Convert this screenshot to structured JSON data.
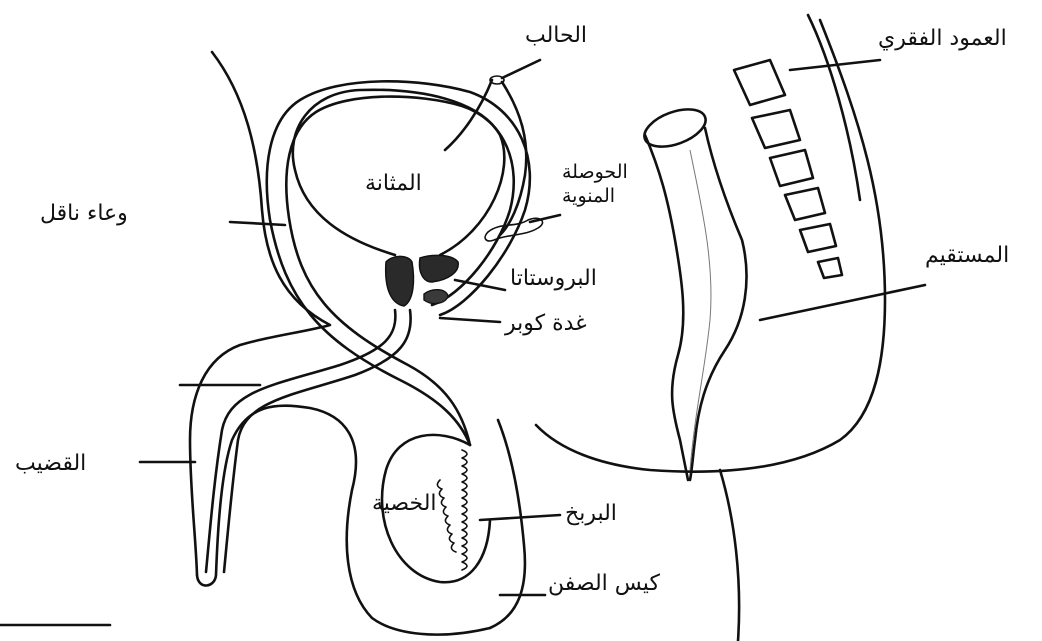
{
  "labels": {
    "ureter": "الحالب",
    "vertebral_column": "العمود الفقري",
    "bladder": "المثانة",
    "seminal_vesicle_line1": "الحوصلة",
    "seminal_vesicle_line2": "المنوية",
    "vas_deferens": "وعاء ناقل",
    "prostate": "البروستاتا",
    "cowper_gland": "غدة كوبر",
    "rectum": "المستقيم",
    "penis": "القضيب",
    "testis": "الخصية",
    "epididymis": "البربخ",
    "scrotum": "كيس الصفن"
  }
}
